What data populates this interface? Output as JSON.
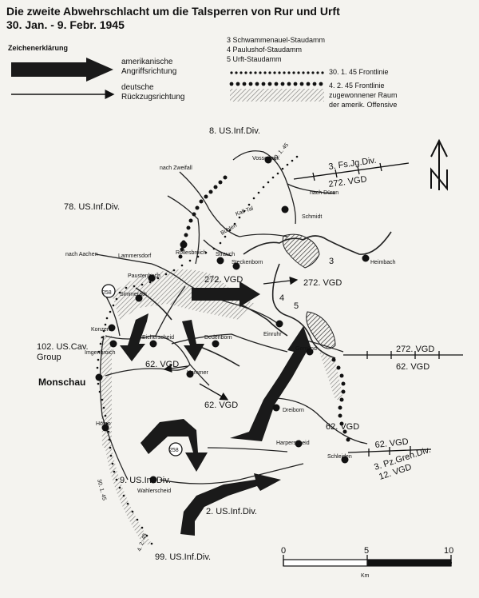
{
  "title": {
    "line1": "Die zweite Abwehrschlacht um die Talsperren von Rur und Urft",
    "line2": "30. Jan. - 9. Febr. 1945"
  },
  "legend": {
    "heading": "Zeichenerklärung",
    "attack": "amerikanische Angriffsrichtung",
    "retreat": "deutsche Rückzugsrichtung",
    "dam3": "3 Schwammenauel-Staudamm",
    "dam4": "4 Paulushof-Staudamm",
    "dam5": "5 Urft-Staudamm",
    "front1": "30. 1. 45 Frontlinie",
    "front2": "4. 2. 45 Frontlinie",
    "gained": "zugewonnener Raum der amerik. Offensive"
  },
  "units": {
    "us8": "8. US.Inf.Div.",
    "us78": "78. US.Inf.Div.",
    "fsjg": "3. Fs.Jg.Div.",
    "vgd272a": "272. VGD",
    "vgd272b": "272. VGD",
    "vgd272c": "272. VGD",
    "vgd272d": "272. VGD",
    "vgd62a": "62. VGD",
    "vgd62b": "62. VGD",
    "vgd62c": "62. VGD",
    "vgd62d": "62. VGD",
    "vgd62e": "62. VGD",
    "uscav1": "102. US.Cav.",
    "uscav2": "Group",
    "us9": "9. US.Inf.Div.",
    "us2": "2. US.Inf.Div.",
    "us99": "99. US.Inf.Div.",
    "pzgren": "3. Pz.Gren.Div.",
    "vgd12": "12. VGD",
    "num3": "3",
    "num4": "4",
    "num5": "5"
  },
  "places": {
    "vossenack": "Vossenack",
    "zweifall": "nach Zweifall",
    "dueren": "nach Düren",
    "schmidt": "Schmidt",
    "kalltal": "Kall-Tal",
    "buehlert": "Bühlert",
    "aachen": "nach Aachen",
    "lammersdorf": "Lammersdorf",
    "rollesbroich": "Rollesbroich",
    "strauch": "Strauch",
    "steckenborn": "Steckenborn",
    "heimbach": "Heimbach",
    "paustenbach": "Paustenbach",
    "simmerath": "Simmerath",
    "konzen": "Konzen",
    "imgenbroich": "Imgenbroich",
    "eicherscheid": "Eicherscheid",
    "dedenborn": "Dedenborn",
    "einruhr": "Einruhr",
    "gemuend": "Gemünd",
    "hammer": "Hammer",
    "monschau": "Monschau",
    "hoefen": "Höfen",
    "dreiborn": "Dreiborn",
    "harperscheid": "Harperscheid",
    "schleiden": "Schleiden",
    "wahlerscheid": "Wahlerscheid",
    "route258a": "258",
    "route258b": "258",
    "frontdate1": "30. 1. 45",
    "frontdate2": "30. 1. 45",
    "frontdate3": "4. 2. 45"
  },
  "scale": {
    "t0": "0",
    "t5": "5",
    "t10": "10",
    "unit": "Km"
  }
}
